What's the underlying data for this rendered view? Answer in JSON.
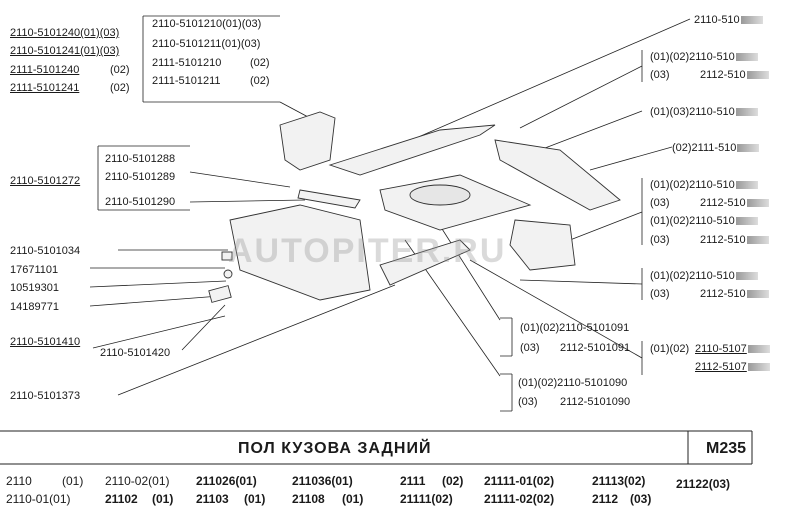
{
  "watermark": "AUTOPITER.RU",
  "left_top": [
    "2110-5101240(01)(03)",
    "2110-5101241(01)(03)",
    "2111-5101240",
    "(02)",
    "2111-5101241",
    "(02)"
  ],
  "box1": [
    "2110-5101210(01)(03)",
    "2110-5101211(01)(03)",
    "2111-5101210",
    "(02)",
    "2111-5101211",
    "(02)"
  ],
  "left_mid": "2110-5101272",
  "box2": [
    "2110-5101288",
    "2110-5101289",
    "2110-5101290"
  ],
  "left_bottom": [
    "2110-5101034",
    "17671101",
    "10519301",
    "14189771",
    "2110-5101410",
    "2110-5101420",
    "2110-5101373"
  ],
  "right": {
    "r1": "2110-510",
    "r2a": "(01)(02)2110-510",
    "r2b": "(03)",
    "r2b2": "2112-510",
    "r3": "(01)(03)2110-510",
    "r4": "(02)2111-510",
    "r5a": "(01)(02)2110-510",
    "r5b": "(03)",
    "r5b2": "2112-510",
    "r5c": "(01)(02)2110-510",
    "r5d": "(03)",
    "r5d2": "2112-510",
    "r6a": "(01)(02)2110-510",
    "r6b": "(03)",
    "r6b2": "2112-510",
    "r7a": "(01)(02)",
    "r7a2": "2110-5107",
    "r7b": "2112-5107"
  },
  "box3": [
    "(01)(02)2110-5101091",
    "(03)",
    "2112-5101091"
  ],
  "box4": [
    "(01)(02)2110-5101090",
    "(03)",
    "2112-5101090"
  ],
  "title": "ПОЛ КУЗОВА ЗАДНИЙ",
  "code": "M235",
  "models_row1": [
    "2110",
    "(01)",
    "2110-02(01)",
    "211026(01)",
    "211036(01)",
    "2111",
    "(02)",
    "21111-01(02)",
    "21113(02)",
    "21122(03)"
  ],
  "models_row2": [
    "2110-01(01)",
    "21102",
    "(01)",
    "21103",
    "(01)",
    "21108",
    "(01)",
    "21111(02)",
    "21111-02(02)",
    "2112",
    "(03)"
  ]
}
